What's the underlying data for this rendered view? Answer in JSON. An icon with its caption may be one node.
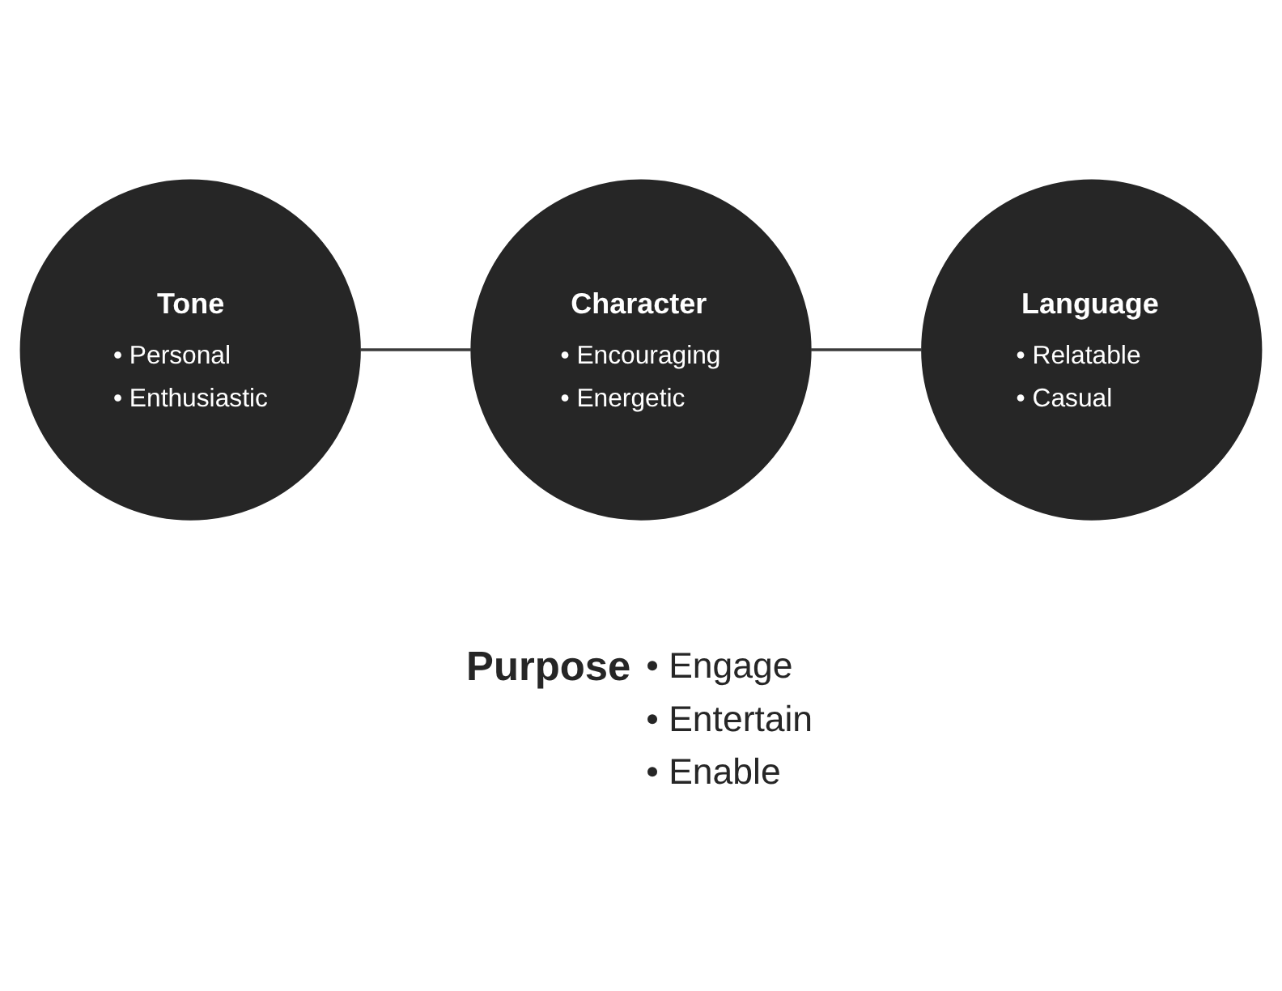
{
  "diagram": {
    "nodes": [
      {
        "text": [
          "Tone",
          "• Personal",
          "• Enthusiastic"
        ]
      },
      {
        "text": [
          "Character",
          "• Encouraging",
          "• Energetic"
        ]
      },
      {
        "text": [
          "Language",
          "• Relatable",
          "• Casual"
        ]
      }
    ],
    "edges": [
      {
        "from": 0,
        "to": 1,
        "arrow": "none"
      },
      {
        "from": 1,
        "to": 2,
        "arrow": "none"
      }
    ],
    "labels": [
      "Purpose",
      "• Engage",
      "• Entertain",
      "• Enable"
    ]
  }
}
